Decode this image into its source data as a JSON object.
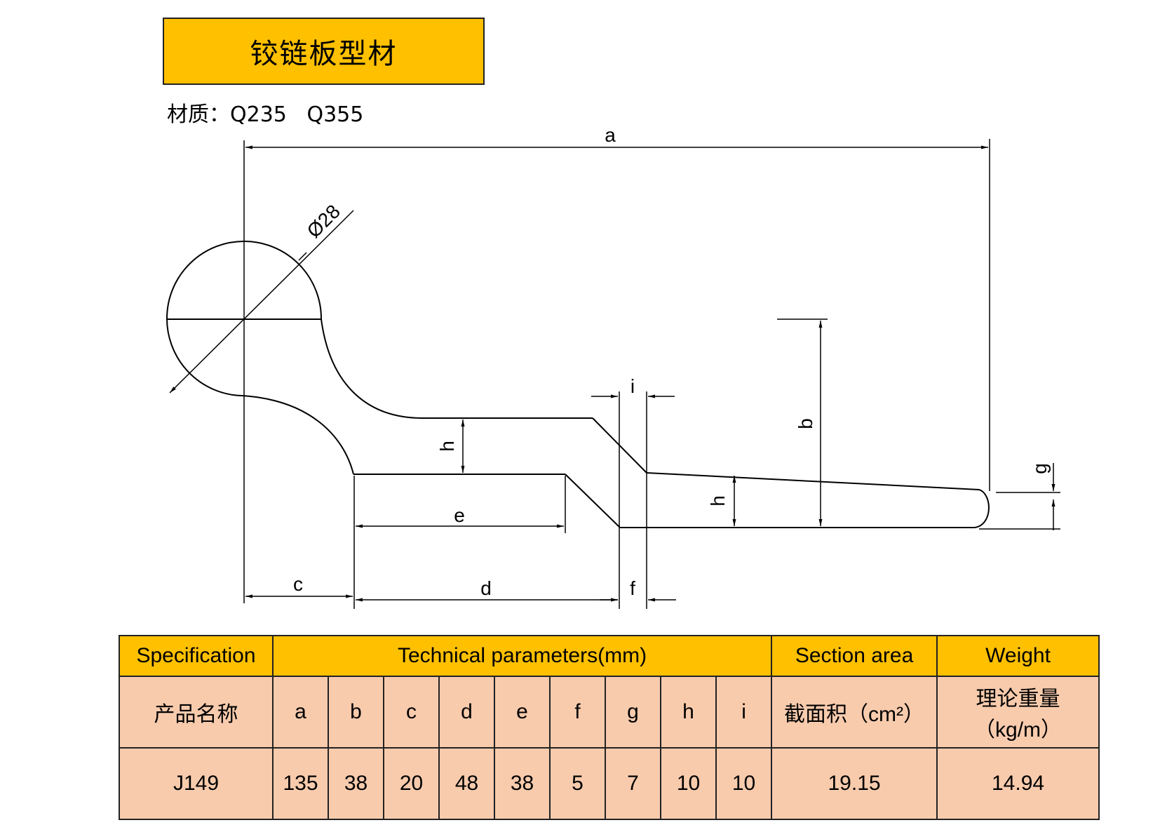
{
  "title": "铰链板型材",
  "material": "材质：Q235   Q355",
  "drawing": {
    "labels": {
      "a": "a",
      "b": "b",
      "c": "c",
      "d": "d",
      "e": "e",
      "f": "f",
      "g": "g",
      "h": "h",
      "h2": "h",
      "i": "i",
      "diameter": "Ø28"
    }
  },
  "table": {
    "header": {
      "specification": "Specification",
      "technical": "Technical parameters(mm)",
      "section_area": "Section area",
      "weight": "Weight"
    },
    "subheader": {
      "product_name": "产品名称",
      "params": [
        "a",
        "b",
        "c",
        "d",
        "e",
        "f",
        "g",
        "h",
        "i"
      ],
      "section_area": "截面积（cm²）",
      "weight_line1": "理论重量",
      "weight_line2": "（kg/m）"
    },
    "row": {
      "spec": "J149",
      "values": [
        "135",
        "38",
        "20",
        "48",
        "38",
        "5",
        "7",
        "10",
        "10"
      ],
      "section_area": "19.15",
      "weight": "14.94"
    }
  },
  "colors": {
    "header_fill": "#FFC000",
    "cell_fill": "#F8CBAD",
    "line": "#000000"
  }
}
